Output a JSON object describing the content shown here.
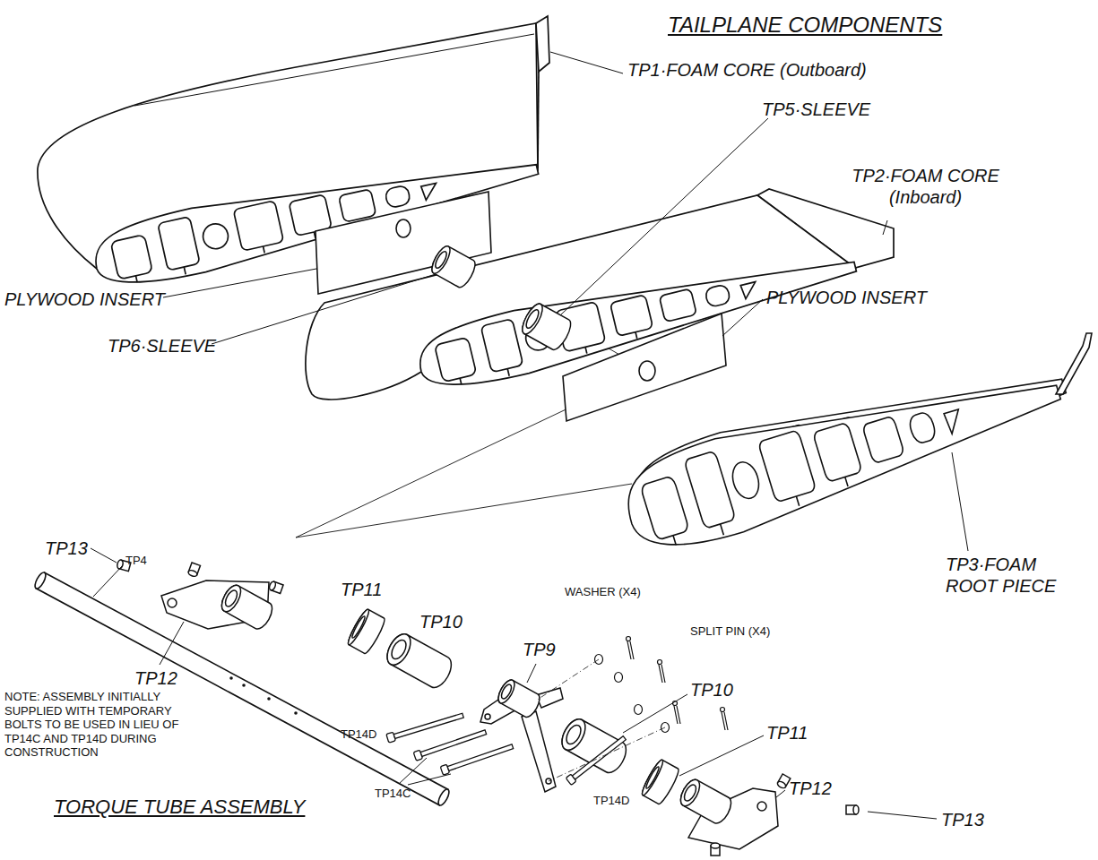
{
  "diagram": {
    "title": "TAILPLANE COMPONENTS",
    "labels": [
      "TP1·FOAM CORE (Outboard)",
      "TP5·SLEEVE",
      "TP2·FOAM CORE (Inboard)",
      "PLYWOOD INSERT",
      "TP6·SLEEVE",
      "PLYWOOD INSERT",
      "TP3·FOAM ROOT PIECE",
      "TP13",
      "TP11",
      "TP4",
      "TP10",
      "WASHER (X4)",
      "TP9",
      "SPLIT PIN (X4)",
      "TP12",
      "TP10",
      "TP14D",
      "TP14C",
      "TP11",
      "TP14D",
      "NOTE: ASSEMBLY INITIALLY SUPPLIED WITH TEMPORARY BOLTS TO BE USED IN LIEU OF TP14C AND TP14D DURING CONSTRUCTION",
      "TP12",
      "TP13",
      "TORQUE TUBE ASSEMBLY"
    ]
  }
}
